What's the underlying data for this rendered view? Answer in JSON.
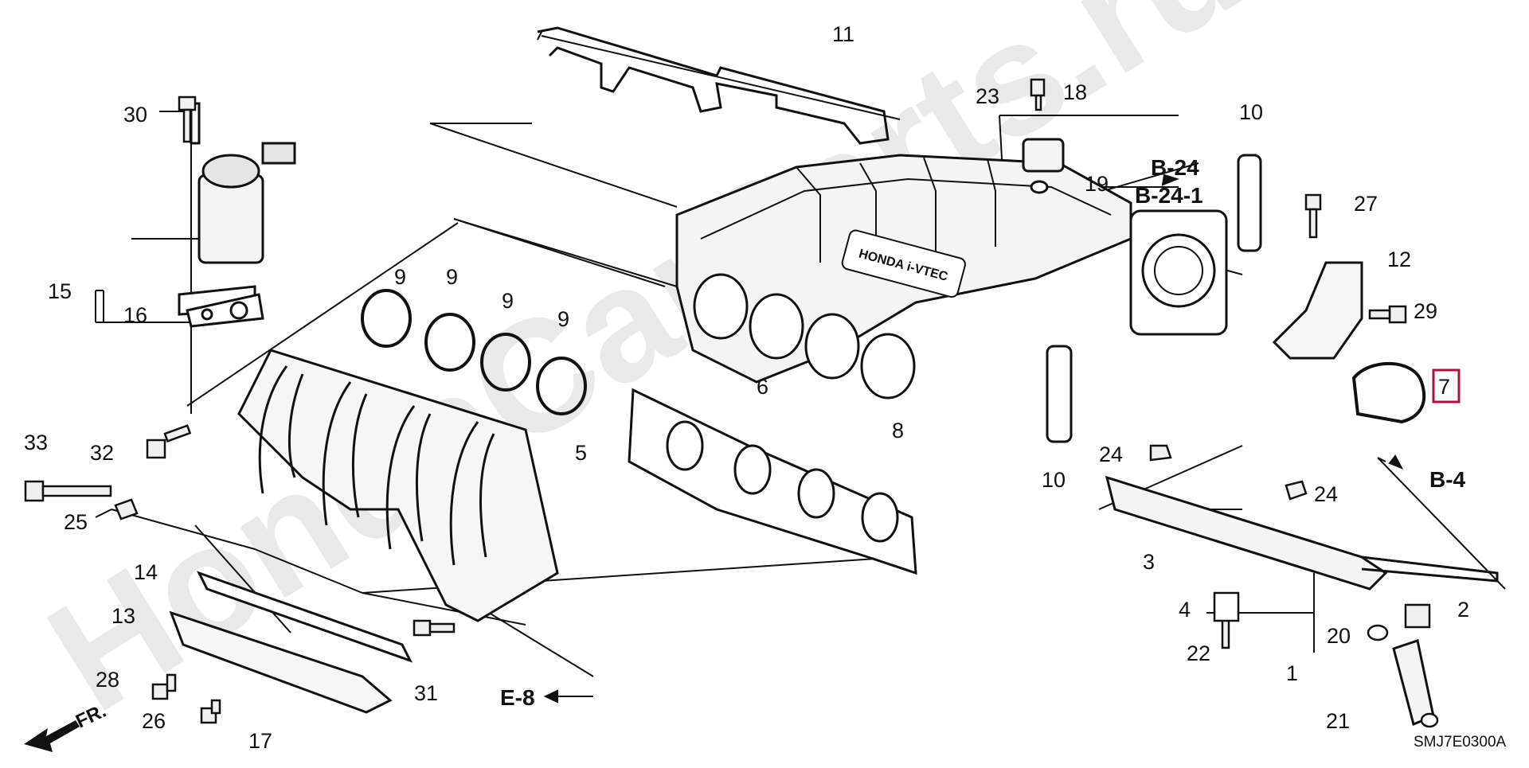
{
  "watermark": "HondaCarParts.ru",
  "diagram_code": "SMJ7E0300A",
  "front_marker": "FR.",
  "highlight_color": "#b0103a",
  "highlighted_part": "7",
  "labels": {
    "p1": "1",
    "p2": "2",
    "p3": "3",
    "p4": "4",
    "p5": "5",
    "p6": "6",
    "p7": "7",
    "p8": "8",
    "p9a": "9",
    "p9b": "9",
    "p9c": "9",
    "p9d": "9",
    "p10a": "10",
    "p10b": "10",
    "p11": "11",
    "p12": "12",
    "p13": "13",
    "p14": "14",
    "p15": "15",
    "p16": "16",
    "p17": "17",
    "p18": "18",
    "p19": "19",
    "p20": "20",
    "p21": "21",
    "p22": "22",
    "p23": "23",
    "p24a": "24",
    "p24b": "24",
    "p25": "25",
    "p26": "26",
    "p27": "27",
    "p28": "28",
    "p29": "29",
    "p30": "30",
    "p31": "31",
    "p32": "32",
    "p33": "33"
  },
  "refs": {
    "b24": "B-24",
    "b241": "B-24-1",
    "b4": "B-4",
    "e8": "E-8"
  },
  "manifold_badge": "HONDA i-VTEC"
}
